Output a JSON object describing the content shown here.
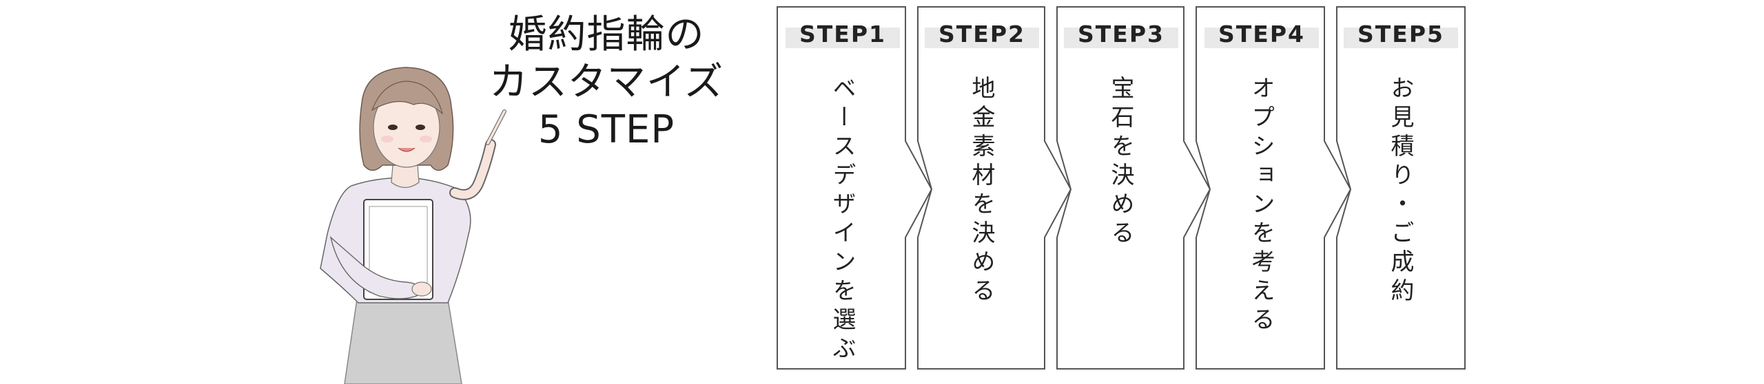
{
  "heading": {
    "line1": "婚約指輪の",
    "line2": "カスタマイズ",
    "line3": "5 STEP"
  },
  "figure": {
    "description_icon": "woman-pointing-holding-tablet-illustration"
  },
  "steps": [
    {
      "label": "STEP1",
      "text": "ベースデザインを選ぶ"
    },
    {
      "label": "STEP2",
      "text": "地金素材を決める"
    },
    {
      "label": "STEP3",
      "text": "宝石を決める"
    },
    {
      "label": "STEP4",
      "text": "オプションを考える"
    },
    {
      "label": "STEP5",
      "text": "お見積り・ご成約"
    }
  ],
  "colors": {
    "border": "#555555",
    "label_band": "#e9e9e9",
    "text": "#222222",
    "skirt": "#cfcfcf",
    "blouse": "#ebe6ef",
    "hair": "#b49a8a"
  }
}
